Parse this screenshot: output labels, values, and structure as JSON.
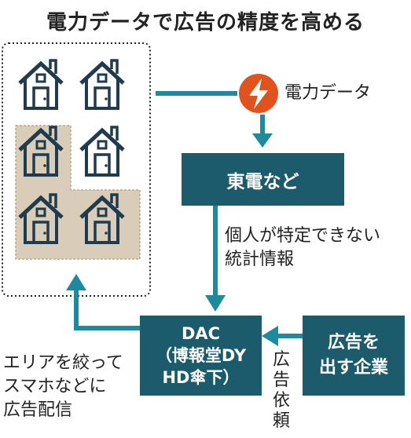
{
  "title": "電力データで広告の精度を高める",
  "power_data_label": "電力データ",
  "tepco_box": "東電など",
  "stats_label": [
    "個人が特定できない",
    "統計情報"
  ],
  "dac_box": [
    "DAC",
    "（博報堂DY",
    "HD傘下）"
  ],
  "advertiser_box": [
    "広告を",
    "出す企業"
  ],
  "ad_request_label": [
    "広",
    "告",
    "依",
    "頼"
  ],
  "targeted_ads_label": [
    "エリアを絞って",
    "スマホなどに",
    "広告配信"
  ],
  "icons": {
    "house": "house-icon",
    "power": "lightning-icon"
  },
  "colors": {
    "box": "#1c5b6b",
    "arrow": "#1e8a9e",
    "icon_orange": "#e0531e",
    "highlight": "#d9ccb8",
    "house_stroke": "#1f3b4d"
  }
}
